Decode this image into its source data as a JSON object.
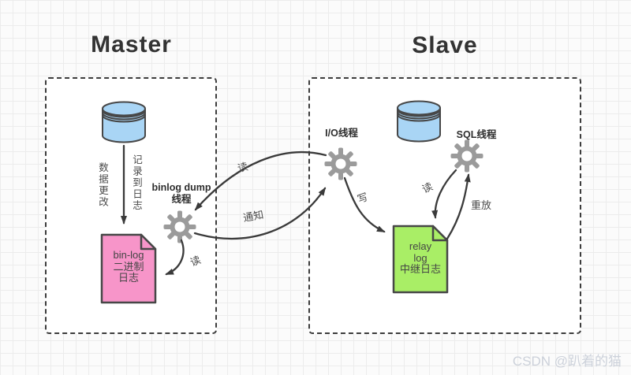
{
  "titles": {
    "master": "Master",
    "slave": "Slave"
  },
  "master": {
    "change_label": "数据更改",
    "record_label": "记录到日志",
    "dump_thread_line1": "binlog dump",
    "dump_thread_line2": "线程",
    "read_label": "读",
    "binlog_doc_line1": "bin-log",
    "binlog_doc_line2": "二进制",
    "binlog_doc_line3": "日志"
  },
  "link": {
    "read_label": "读",
    "notify_label": "通知"
  },
  "slave": {
    "io_thread_label": "I/O线程",
    "sql_thread_label": "SQL线程",
    "write_label": "写",
    "read_label": "读",
    "replay_label": "重放",
    "relay_doc_line1": "relay",
    "relay_doc_line2": "log",
    "relay_doc_line3": "中继日志"
  },
  "watermark": "CSDN @趴着的猫",
  "colors": {
    "database_fill": "#a9d5f5",
    "binlog_doc_fill": "#f795c9",
    "relay_doc_fill": "#a9ee66",
    "gear_fill": "#9b9b9b",
    "shape_stroke": "#474747",
    "line": "#3a3a3a"
  }
}
